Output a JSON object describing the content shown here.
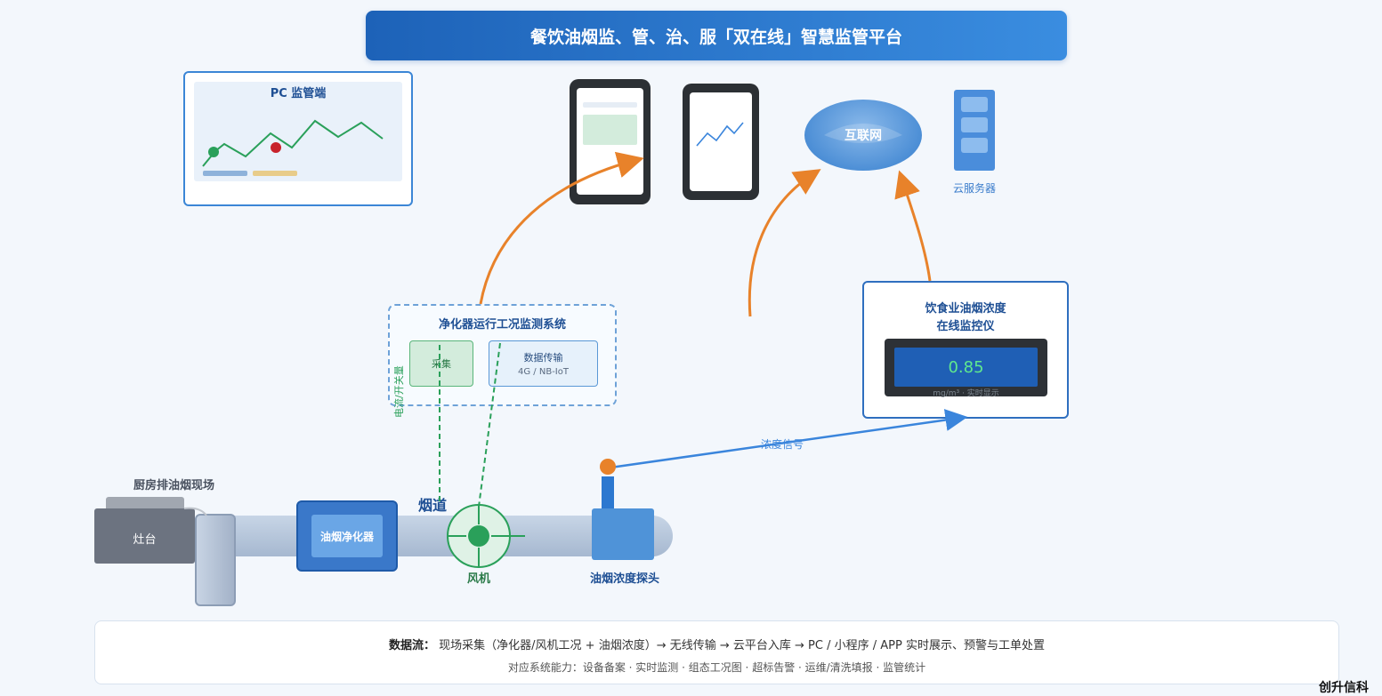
{
  "header": {
    "title": "餐饮油烟监、管、治、服「双在线」智慧监管平台"
  },
  "pc": {
    "title": "PC 监管端"
  },
  "cloud": {
    "internet_label": "互联网",
    "server_label": "云服务器"
  },
  "monitor_system": {
    "title": "净化器运行工况监测系统",
    "collect_label": "采集",
    "transfer_title": "数据传输",
    "transfer_sub": "4G / NB-IoT",
    "side_label": "电流/开关量"
  },
  "instrument": {
    "title_line1": "饮食业油烟浓度",
    "title_line2": "在线监控仪",
    "reading": "0.85",
    "unit": "mg/m³ · 实时显示"
  },
  "signal": {
    "label": "浓度信号"
  },
  "site": {
    "title": "厨房排油烟现场",
    "stove": "灶台",
    "duct": "烟道",
    "purifier": "油烟净化器",
    "fan": "风机",
    "probe": "油烟浓度探头"
  },
  "footer": {
    "flow_label": "数据流：",
    "flow_text": "现场采集（净化器/风机工况 + 油烟浓度）→ 无线传输 → 云平台入库 → PC / 小程序 / APP 实时展示、预警与工单处置",
    "capabilities": "对应系统能力：设备备案 · 实时监测 · 组态工况图 · 超标告警 · 运维/清洗填报 · 监管统计"
  },
  "watermark": "创升信科",
  "colors": {
    "primary": "#1e5aa8",
    "accent_orange": "#e8822a",
    "green": "#2aa05a",
    "signal_blue": "#3a85dc"
  }
}
